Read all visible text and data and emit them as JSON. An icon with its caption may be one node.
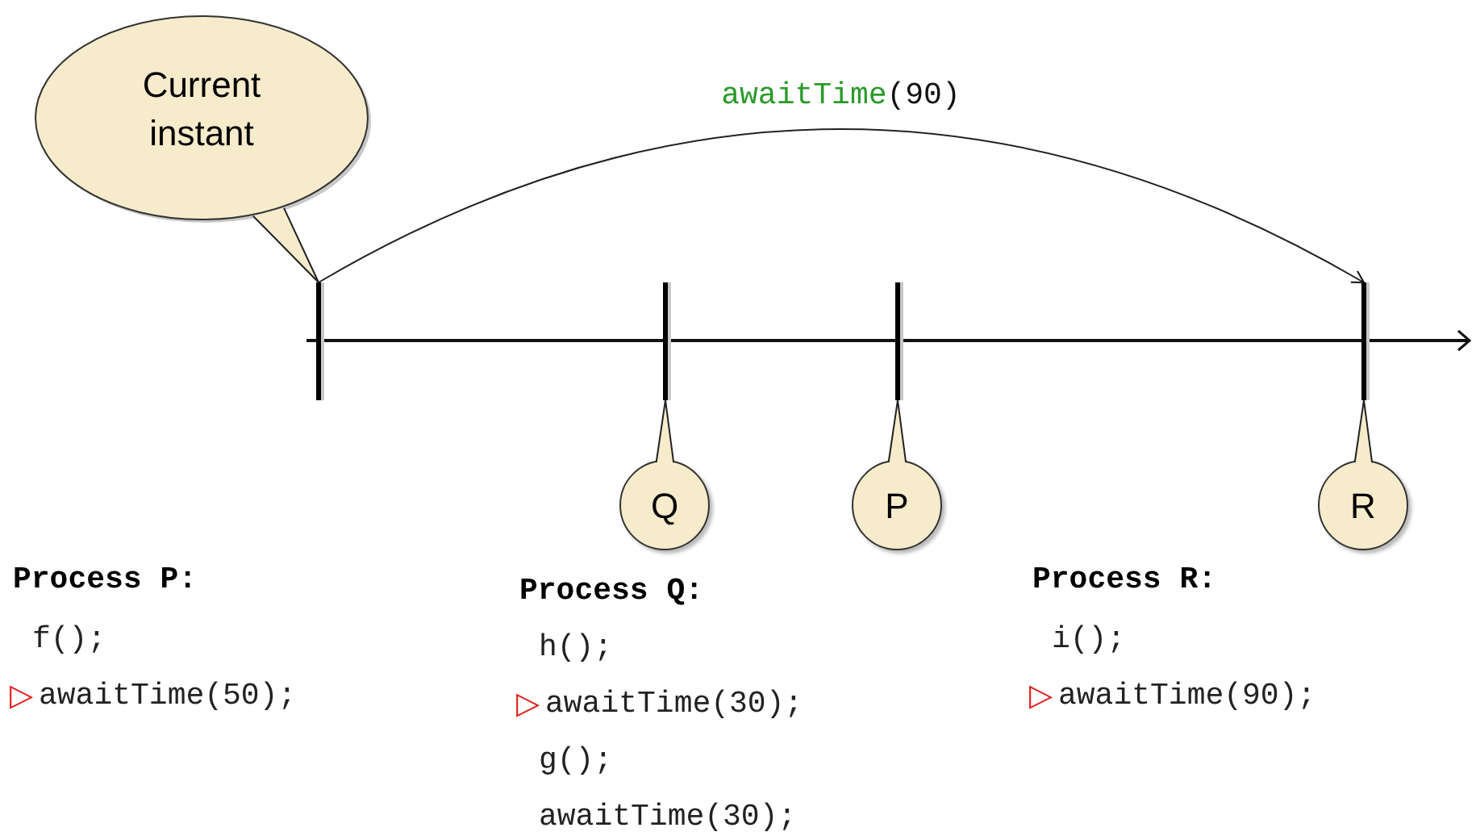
{
  "diagram": {
    "nodes": [
      {
        "text": [
          "Current instant"
        ]
      },
      {
        "text": [],
        "shape": "bar"
      },
      {
        "text": [],
        "shape": "bar"
      },
      {
        "text": [],
        "shape": "bar"
      },
      {
        "text": [],
        "shape": "bar"
      },
      {
        "text": [
          "Q"
        ]
      },
      {
        "text": [
          "P"
        ]
      },
      {
        "text": [
          "R"
        ]
      }
    ],
    "edges": [
      {
        "from": 0,
        "to": 1,
        "arrow": "none"
      },
      {
        "from": 1,
        "to": 4,
        "arrow": "to",
        "label": "awaitTime(90)"
      },
      {
        "from": 5,
        "to": 2,
        "arrow": "none"
      },
      {
        "from": 6,
        "to": 3,
        "arrow": "none"
      },
      {
        "from": 7,
        "to": 4,
        "arrow": "none"
      }
    ],
    "labels": [
      "Process P:",
      "f();",
      "▷",
      "awaitTime(50);",
      "Process Q:",
      "h();",
      "▷",
      "awaitTime(30);",
      "g();",
      "awaitTime(30);",
      "Process R:",
      "i();",
      "▷",
      "awaitTime(90);"
    ]
  }
}
